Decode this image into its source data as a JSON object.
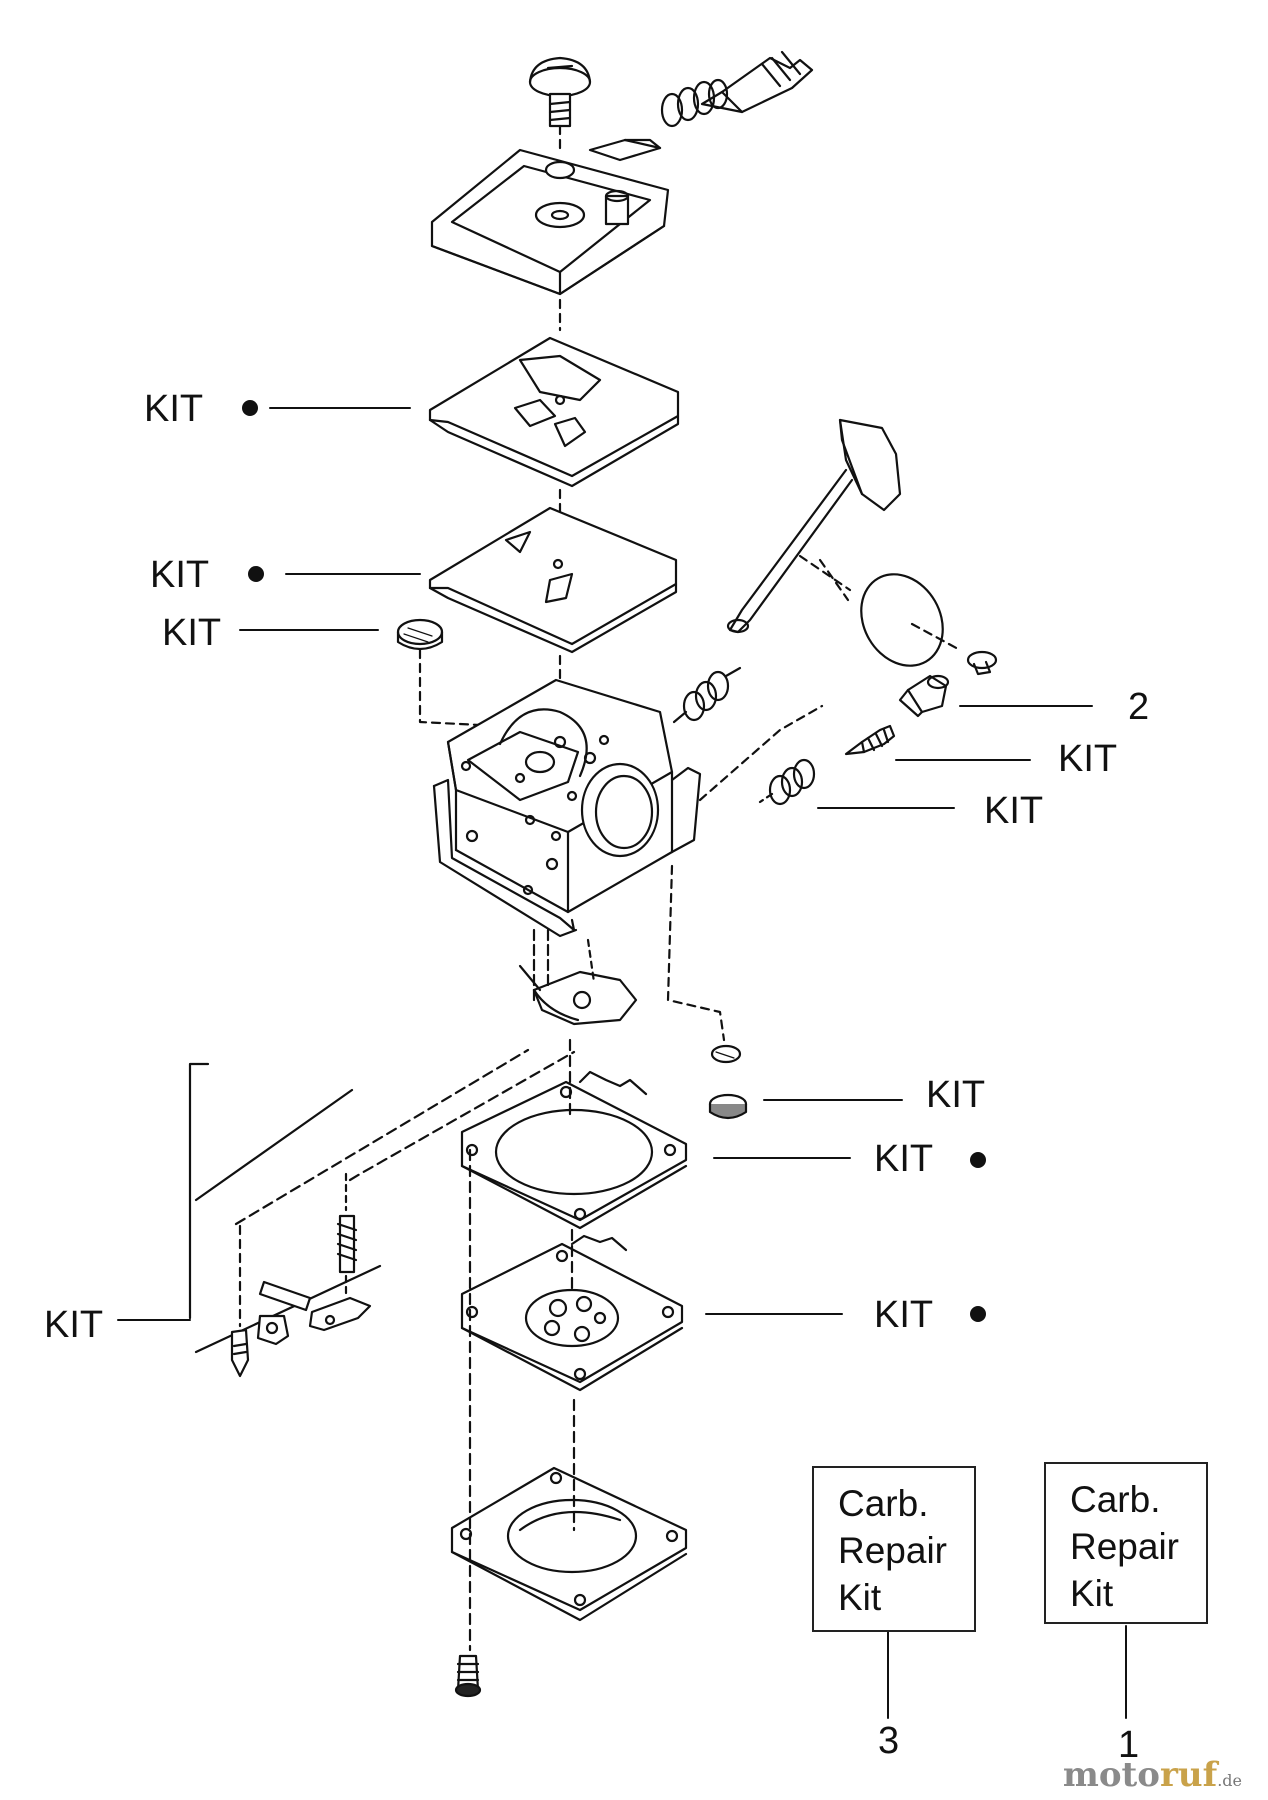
{
  "labels": {
    "kit": "KIT",
    "part_2": "2",
    "part_1": "1",
    "part_3": "3"
  },
  "kit_boxes": [
    {
      "lines": [
        "Carb.",
        "Repair",
        "Kit"
      ],
      "ref": "3"
    },
    {
      "lines": [
        "Carb.",
        "Repair",
        "Kit"
      ],
      "ref": "1"
    }
  ],
  "watermark": {
    "brand_a": "moto",
    "brand_b": "ruf",
    "suffix": ".de"
  },
  "colors": {
    "ink": "#111111",
    "paper": "#ffffff",
    "watermark_gray": "#8a8a8a",
    "watermark_gold": "#c9a24a"
  }
}
